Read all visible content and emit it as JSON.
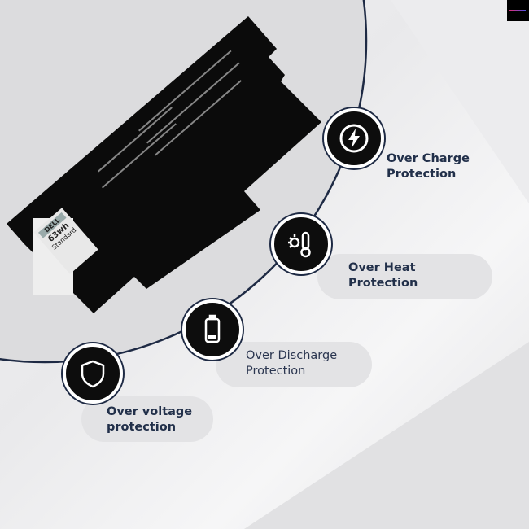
{
  "brand_logo": "brand-logo",
  "battery": {
    "brand": "DELL",
    "capacity": "63wh",
    "type": "Standard"
  },
  "features": [
    {
      "title_line1": "Over Charge",
      "title_line2": "Protection",
      "icon": "lightning-bolt-icon"
    },
    {
      "title_line1": "Over Heat",
      "title_line2": "Protection",
      "icon": "thermometer-sun-icon"
    },
    {
      "title_line1": "Over Discharge",
      "title_line2": "Protection",
      "icon": "battery-low-icon"
    },
    {
      "title_line1": "Over voltage",
      "title_line2": "protection",
      "icon": "shield-icon"
    }
  ],
  "colors": {
    "accent": "#1e2a44",
    "pill": "#e3e3e5",
    "icon_bg": "#0d0d0d"
  }
}
